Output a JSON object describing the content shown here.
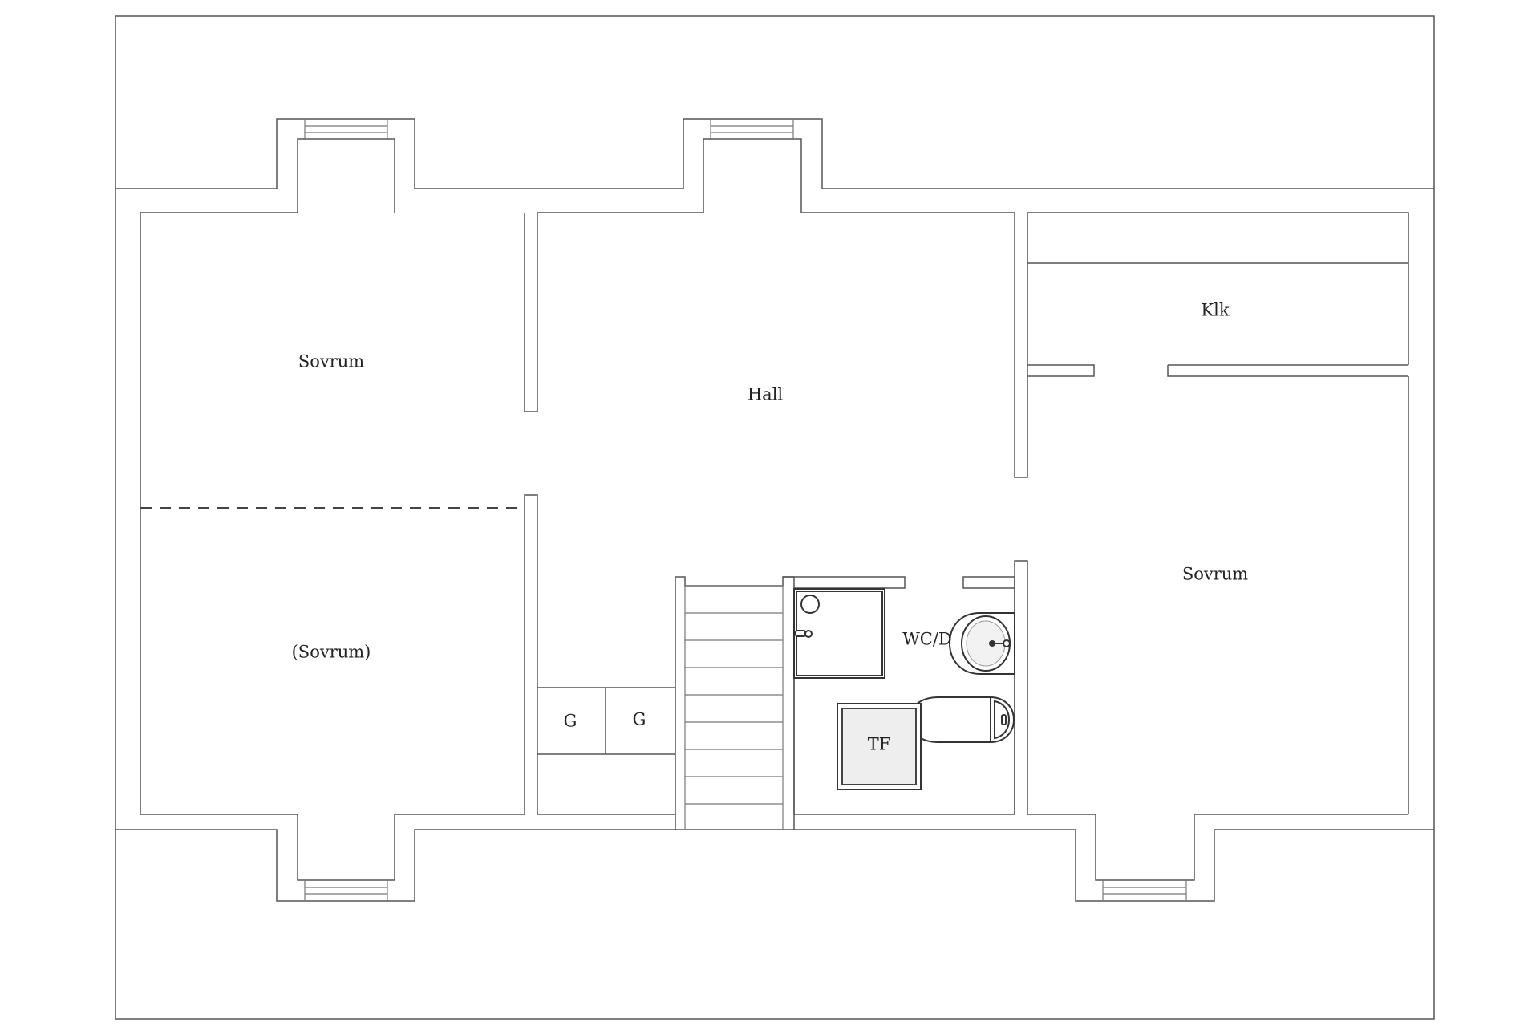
{
  "plan": {
    "rooms": {
      "sovrum_nw": "Sovrum",
      "sovrum_sw": "(Sovrum)",
      "hall": "Hall",
      "klk": "Klk",
      "sovrum_east": "Sovrum",
      "wc_d": "WC/D",
      "tf": "TF",
      "g_left": "G",
      "g_right": "G"
    }
  }
}
